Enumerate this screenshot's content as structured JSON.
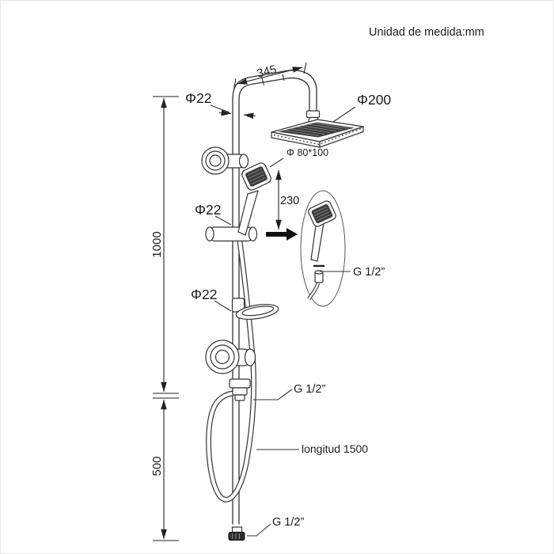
{
  "page": {
    "unit_note": "Unidad de medida:mm",
    "background": "#ffffff",
    "line_color": "#333333",
    "accent_dark": "#3b3b3b"
  },
  "dimensions": {
    "arm_length": "345",
    "handshower_drop": "230",
    "rail_upper": "1000",
    "inlet_lower": "500"
  },
  "labels": {
    "pipe_diameter_top": "Φ22",
    "pipe_diameter_middle": "Φ22",
    "pipe_diameter_lower": "Φ22",
    "head_diameter": "Φ200",
    "handshower_face": "Φ 80*100",
    "thread_detail": "G 1/2”",
    "thread_outlet": "G 1/2”",
    "thread_inlet": "G 1/2”",
    "hose_length": "longitud 1500"
  }
}
